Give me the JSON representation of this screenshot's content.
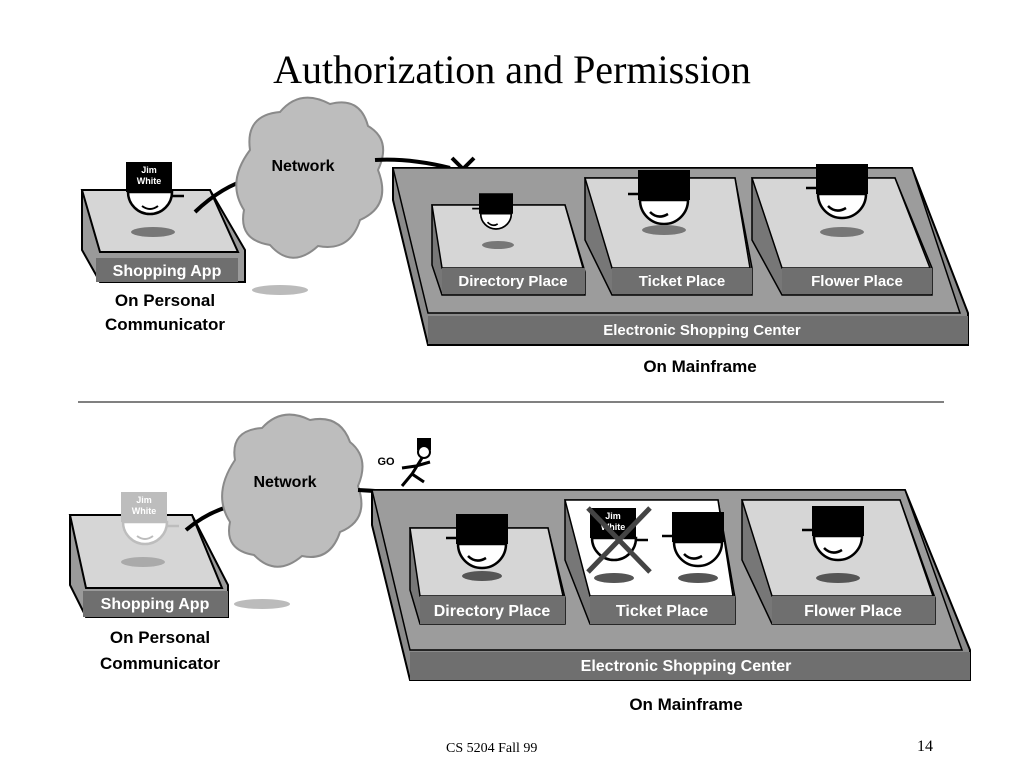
{
  "title": "Authorization and Permission",
  "top_scene": {
    "network_label": "Network",
    "agent_tag": [
      "Jim",
      "White"
    ],
    "device_label": "Shopping App",
    "device_caption": [
      "On Personal",
      "Communicator"
    ],
    "places": [
      "Directory Place",
      "Ticket Place",
      "Flower Place"
    ],
    "center_label": "Electronic Shopping Center",
    "mainframe_caption": "On Mainframe",
    "blocked_icon": "x-mark-icon"
  },
  "bottom_scene": {
    "network_label": "Network",
    "agent_tag": [
      "Jim",
      "White"
    ],
    "go_label": "GO",
    "device_label": "Shopping App",
    "device_caption": [
      "On Personal",
      "Communicator"
    ],
    "places": [
      "Directory Place",
      "Ticket Place",
      "Flower Place"
    ],
    "center_label": "Electronic Shopping Center",
    "mainframe_caption": "On Mainframe",
    "denied_icon": "x-mark-icon"
  },
  "footer": {
    "course": "CS 5204 Fall 99",
    "page_number": "14"
  }
}
